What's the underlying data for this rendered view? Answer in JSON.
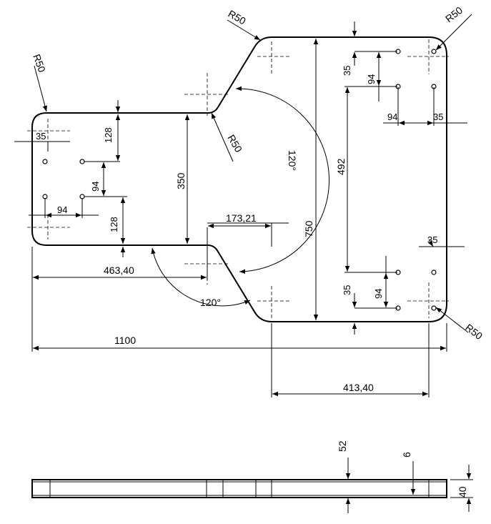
{
  "dimensions": {
    "overall_length": "1100",
    "overall_width": "750",
    "neck_width": "350",
    "left_section_length": "463,40",
    "right_section_length": "413,40",
    "neck_length": "173,21",
    "angle_top": "120°",
    "angle_bottom": "120°",
    "radius_top_left": "R50",
    "radius_neck_top_outer": "R50",
    "radius_neck_top_inner": "R50",
    "radius_top_right": "R50",
    "radius_bottom_right": "R50",
    "left_hole_offset_x": "35",
    "left_hole_spacing_y1": "128",
    "left_hole_spacing_y2": "94",
    "left_hole_spacing_y3": "128",
    "left_hole_spacing_x": "94",
    "right_top_offset_y": "35",
    "right_top_spacing_y": "94",
    "right_spacing_x": "94",
    "right_offset_x_top": "35",
    "right_hole_span": "492",
    "right_offset_x_bottom": "35",
    "right_bottom_offset_y": "35",
    "right_bottom_spacing_y": "94",
    "side_thickness": "40",
    "side_hole_52": "52",
    "side_hole_6": "6"
  }
}
